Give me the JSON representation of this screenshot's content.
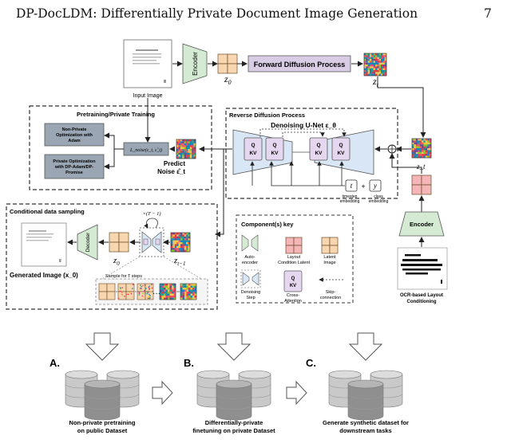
{
  "header": {
    "title": "DP-DocLDM: Differentially Private Document Image Generation",
    "page_number": "7"
  },
  "top": {
    "input_image_label": "Input Image",
    "encoder_label": "Encoder",
    "z0_label": "z",
    "z0_sub": "0",
    "forward_label": "Forward Diffusion Process",
    "zt_label": "z",
    "zt_sub": "t"
  },
  "training": {
    "title": "Pretraining/Private Training",
    "box_nonprivate": [
      "Non-Private",
      "Optimization with",
      "Adam"
    ],
    "box_private": [
      "Private Optimization",
      "with DP-Adam/DP-",
      "Promise"
    ],
    "loss_label": "L_noise(ε_t, ε̂_t)",
    "predict_noise": [
      "Predict",
      "Noise ε̂_t"
    ]
  },
  "reverse": {
    "title": "Reverse Diffusion Process",
    "unet_label": "Denoising U-Net ε_θ",
    "qkv_q": "Q",
    "qkv_kv": "KV",
    "t_label": "t",
    "y_label": "y",
    "plus": "+",
    "timestep_label": [
      "timestep",
      "embedding"
    ],
    "class_label": [
      "class",
      "embedding"
    ],
    "zt_right": "z_t"
  },
  "sampling": {
    "title": "Conditional data sampling",
    "repeat_label": "×(T − 1)",
    "decoder_label": "Decoder",
    "z0_label": "z",
    "z0_sub": "0",
    "zt1_label": "z",
    "zt1_sub": "t−1",
    "generated_label": "Generated Image (x_0)",
    "sample_steps_label": "Sample for T steps",
    "dots": "···"
  },
  "conditioning": {
    "encoder_label": "Encoder",
    "ocr_label": [
      "OCR-based Layout",
      "Conditioning"
    ]
  },
  "key": {
    "title": "Component(s) key",
    "autoencoder": [
      "Auto-",
      "encoder"
    ],
    "layout": [
      "Layout",
      "Condition Latent"
    ],
    "latent": [
      "Latent",
      "Image"
    ],
    "denoise": [
      "Denoising",
      "Step"
    ],
    "cross": [
      "Cross-",
      "Attention"
    ],
    "skip": [
      "Skip-",
      "connection"
    ]
  },
  "pipeline": {
    "a_letter": "A.",
    "b_letter": "B.",
    "c_letter": "C.",
    "a_caption": [
      "Non-private pretraining",
      "on public Dataset"
    ],
    "b_caption": [
      "Differentially-private",
      "finetuning on private Dataset"
    ],
    "c_caption": [
      "Generate synthetic dataset for",
      "downstream tasks"
    ]
  },
  "colors": {
    "encoder_green": "#d5ead3",
    "latent_orange": "#f8d7b0",
    "layout_pink": "#f4b6b6",
    "forward_purple": "#d9cde6",
    "unet_blue": "#d9e6f5",
    "qkv_lilac": "#e6d7f0",
    "train_box_gray": "#9aa6b4",
    "noise_palette": [
      "#e63946",
      "#2a9d8f",
      "#e9c46a",
      "#6a4c93",
      "#1982c4",
      "#8ac926",
      "#ff595e",
      "#ffca3a",
      "#118ab2",
      "#ef476f"
    ]
  }
}
